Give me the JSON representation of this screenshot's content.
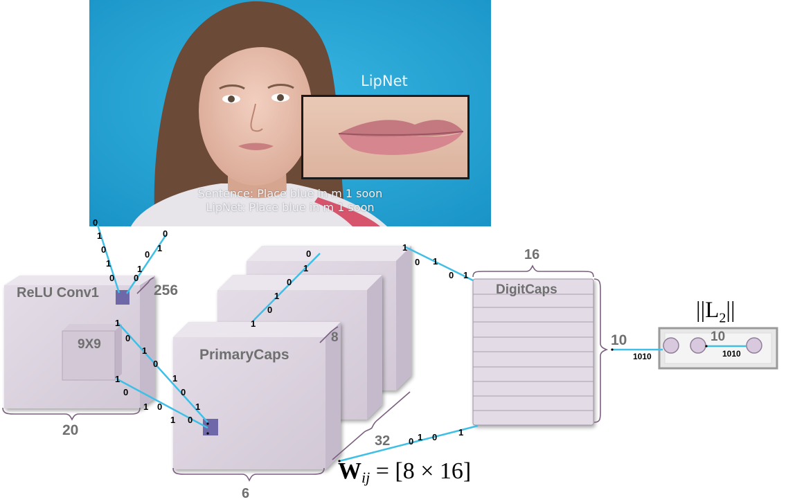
{
  "photo": {
    "overlay_title": "LipNet",
    "sentence_line": "Sentence: Place blue in m 1 soon",
    "prediction_line": "LipNet: Place blue in m 1 soon"
  },
  "layers": {
    "conv1": {
      "title": "ReLU Conv1",
      "kernel": "9X9",
      "depth": "256",
      "width": "20"
    },
    "primary": {
      "title": "PrimaryCaps",
      "depth": "8",
      "count": "32",
      "width": "6"
    },
    "digit": {
      "title": "DigitCaps",
      "dim": "16",
      "count": "10"
    },
    "output": {
      "title": "||L",
      "title_sub": "2",
      "title_end": "||",
      "count": "10"
    }
  },
  "equation": {
    "bold": "W",
    "sub": "ij",
    "rest": " = [8 × 16]"
  },
  "bits": {
    "photo_left": [
      "0",
      "1",
      "0",
      "1",
      "0"
    ],
    "photo_right": [
      "0",
      "0",
      "1",
      "0",
      "1"
    ],
    "conv_upper": [
      "1",
      "0",
      "1",
      "0",
      "1",
      "0",
      "1"
    ],
    "conv_lower": [
      "1",
      "0",
      "1",
      "0",
      "1",
      "0"
    ],
    "primary_diag": [
      "0",
      "1",
      "0",
      "1",
      "0",
      "1"
    ],
    "to_digit": [
      "1",
      "0",
      "1",
      "0",
      "1"
    ],
    "bottom_link": [
      "0",
      "1",
      "0",
      "1"
    ],
    "out_link_a": "1010",
    "out_link_b": "1010"
  },
  "colors": {
    "sky": "#1fa6d8",
    "box_fill": "#ddd4e0",
    "box_side": "#c8bece",
    "box_edge": "#8a7d8f",
    "bracket": "#7a5f7e",
    "link": "#3fbfe6",
    "cell": "#6f68a8"
  }
}
